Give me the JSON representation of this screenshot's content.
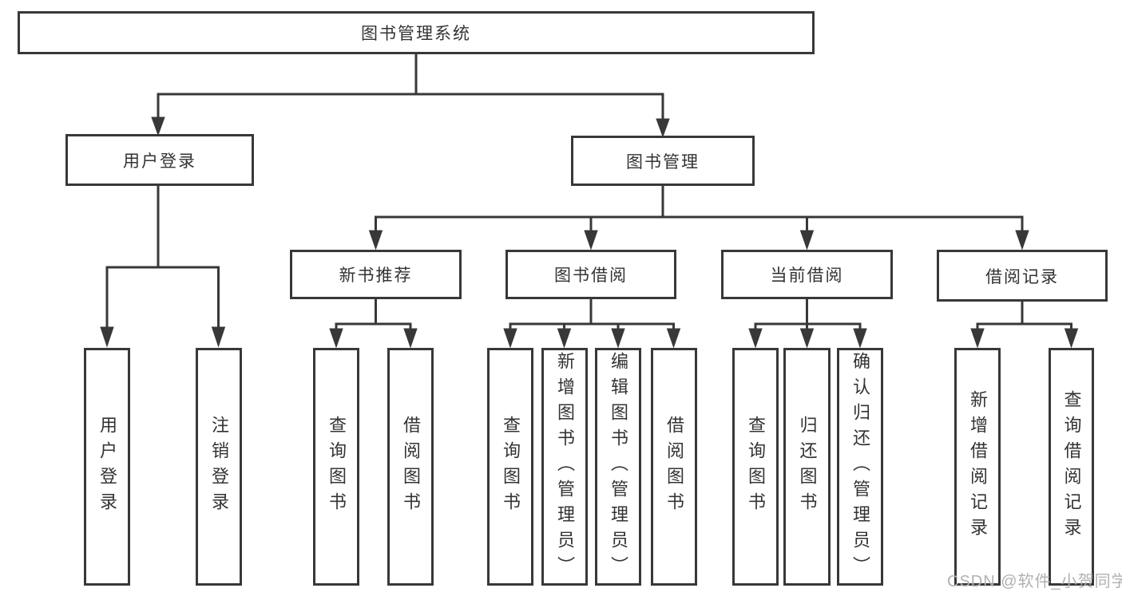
{
  "nodes": {
    "root": "图书管理系统",
    "user_login": "用户登录",
    "book_mgmt": "图书管理",
    "new_book_rec": "新书推荐",
    "book_borrow": "图书借阅",
    "current_borrow": "当前借阅",
    "borrow_records": "借阅记录",
    "leaves": {
      "user_login_1": "用户登录",
      "user_login_2": "注销登录",
      "new_book_1": "查询图书",
      "new_book_2": "借阅图书",
      "borrow_1": "查询图书",
      "borrow_2": "新增图书（管理员）",
      "borrow_3": "编辑图书（管理员）",
      "borrow_4": "借阅图书",
      "current_1": "查询图书",
      "current_2": "归还图书",
      "current_3": "确认归还（管理员）",
      "records_1": "新增借阅记录",
      "records_2": "查询借阅记录"
    }
  },
  "watermark": "CSDN @软件_小贺同学",
  "colors": {
    "line": "#383838",
    "text": "#333333",
    "watermark": "#b1b1b1",
    "background": "#ffffff"
  }
}
